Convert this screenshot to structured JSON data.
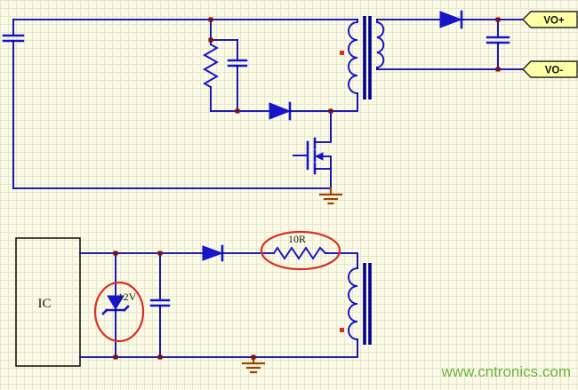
{
  "schematic": {
    "ic_label": "IC",
    "zener_label": "12V",
    "resistor_label": "10R",
    "output_positive_label": "VO+",
    "output_negative_label": "VO-"
  },
  "watermark": {
    "text": "www.cntronics.com"
  },
  "colors": {
    "background": "#fafae6",
    "grid": "#e7e5d0",
    "wire_blue": "#0000a8",
    "component_blue": "#1616c8",
    "annotation_red": "#d93025",
    "junction_dot": "#7a1212",
    "polarity_dot": "#d03020",
    "ground": "#994400",
    "net_tag_fill": "#ffffa6",
    "watermark_green": "#6cb33f"
  }
}
